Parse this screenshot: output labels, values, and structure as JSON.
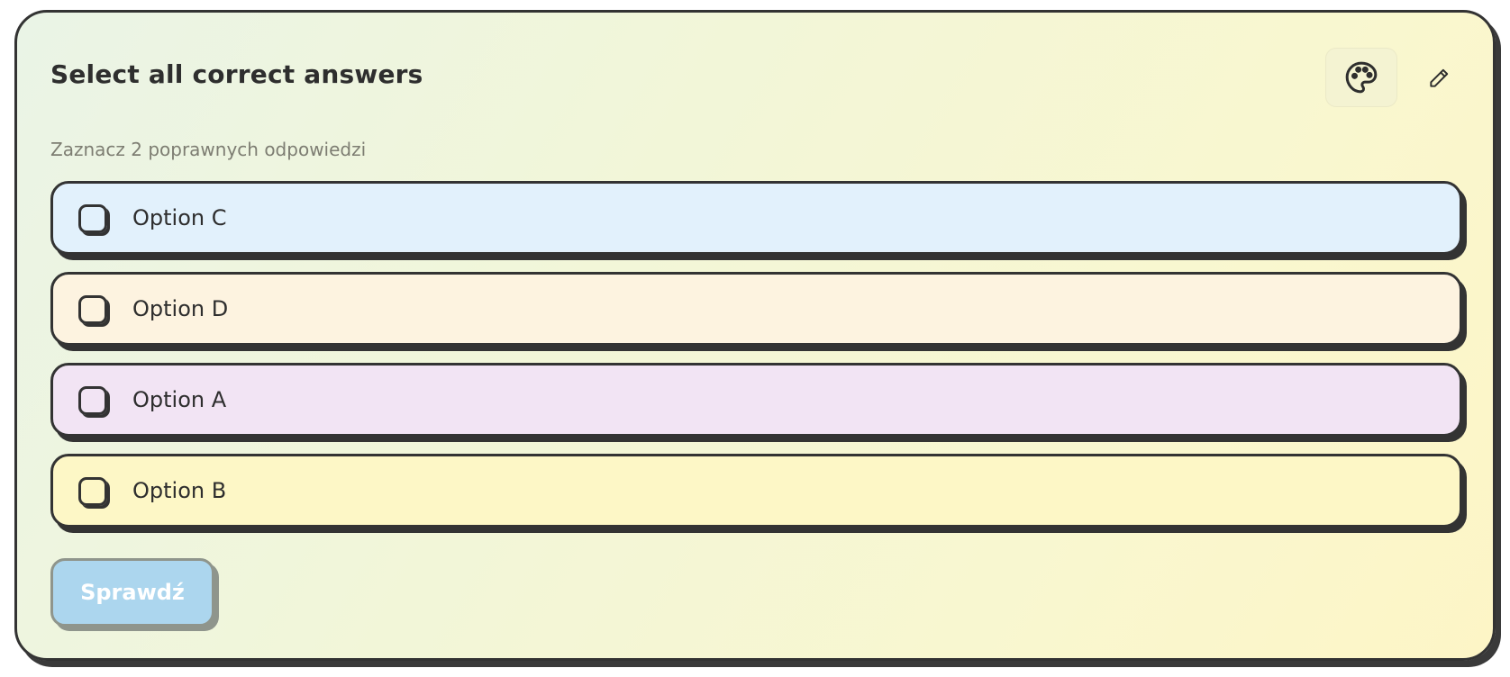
{
  "quiz": {
    "title": "Select all correct answers",
    "hint": "Zaznacz 2 poprawnych odpowiedzi",
    "check_label": "Sprawdź",
    "icons": {
      "palette": "palette-icon",
      "edit": "pencil-icon"
    },
    "options": [
      {
        "label": "Option C",
        "color": "#e2f1fc",
        "checked": false
      },
      {
        "label": "Option D",
        "color": "#fdf3e0",
        "checked": false
      },
      {
        "label": "Option A",
        "color": "#f2e4f4",
        "checked": false
      },
      {
        "label": "Option B",
        "color": "#fdf7c6",
        "checked": false
      }
    ]
  },
  "colors": {
    "outline": "#333333",
    "check_button_bg": "#acd6ee",
    "check_button_border": "#8f958c"
  }
}
